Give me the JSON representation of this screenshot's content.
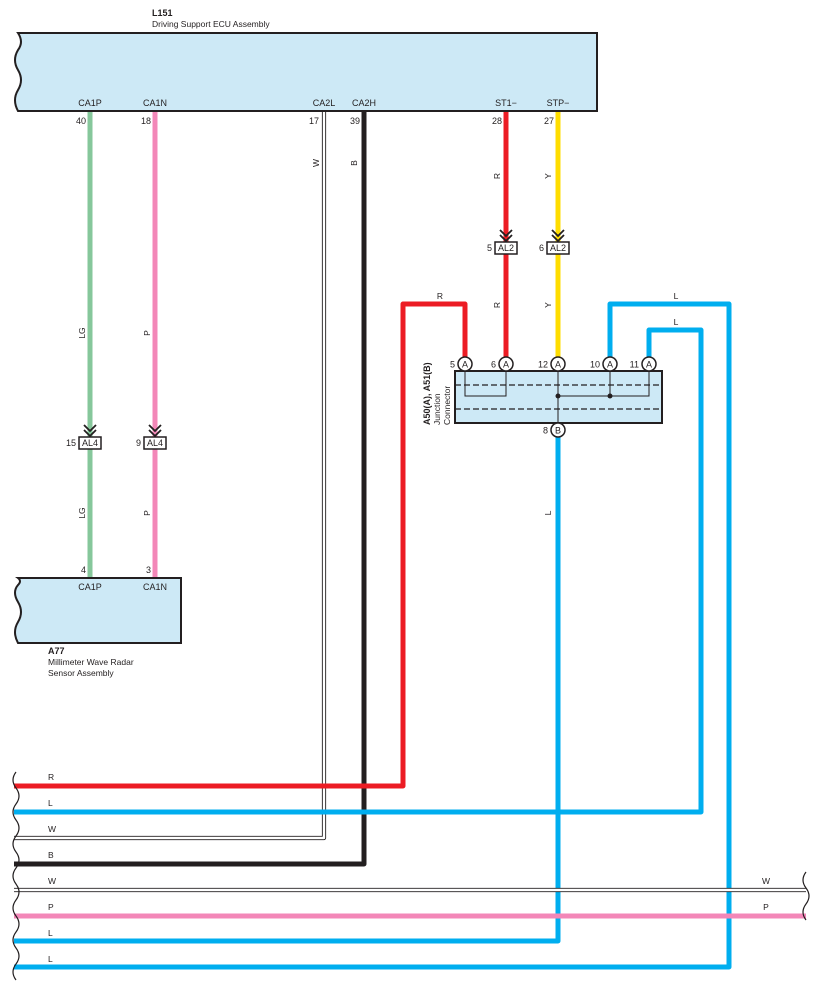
{
  "colors": {
    "R": "#ec1c24",
    "L": "#00aeef",
    "W": "#ffffff",
    "B": "#231f20",
    "P": "#f387b8",
    "LG": "#86c79b",
    "Y": "#ffdd00",
    "component_fill": "#cde9f6"
  },
  "ecu": {
    "code": "L151",
    "name": "Driving Support ECU Assembly",
    "terminals": [
      {
        "label": "CA1P",
        "pin": "40"
      },
      {
        "label": "CA1N",
        "pin": "18"
      },
      {
        "label": "CA2L",
        "pin": "17"
      },
      {
        "label": "CA2H",
        "pin": "39"
      },
      {
        "label": "ST1−",
        "pin": "28"
      },
      {
        "label": "STP−",
        "pin": "27"
      }
    ]
  },
  "radar": {
    "code": "A77",
    "name_line1": "Millimeter Wave Radar",
    "name_line2": "Sensor Assembly",
    "terminals": [
      {
        "label": "CA1P",
        "pin": "4"
      },
      {
        "label": "CA1N",
        "pin": "3"
      }
    ]
  },
  "junction": {
    "code": "A50(A), A51(B)",
    "name_line1": "Junction",
    "name_line2": "Connector",
    "top_pins": [
      {
        "pin": "5",
        "conn": "A"
      },
      {
        "pin": "6",
        "conn": "A"
      },
      {
        "pin": "12",
        "conn": "A"
      },
      {
        "pin": "10",
        "conn": "A"
      },
      {
        "pin": "11",
        "conn": "A"
      }
    ],
    "bottom_pin": {
      "pin": "8",
      "conn": "B"
    }
  },
  "inline_connectors": [
    {
      "pin": "5",
      "name": "AL2"
    },
    {
      "pin": "6",
      "name": "AL2"
    },
    {
      "pin": "15",
      "name": "AL4"
    },
    {
      "pin": "9",
      "name": "AL4"
    }
  ],
  "wire_labels": {
    "ca1p": [
      "LG",
      "LG"
    ],
    "ca1n": [
      "P",
      "P"
    ],
    "ca2l": "W",
    "ca2h": "B",
    "st1": [
      "R",
      "R"
    ],
    "stp": [
      "Y",
      "Y"
    ],
    "jc_pin5": "R",
    "jc_pin10": "L",
    "jc_pin11": "L",
    "jc_pin8": "L"
  },
  "bus_wires": [
    {
      "color": "R",
      "left_label": "R",
      "right_label": ""
    },
    {
      "color": "L",
      "left_label": "L",
      "right_label": ""
    },
    {
      "color": "W",
      "left_label": "W",
      "right_label": ""
    },
    {
      "color": "B",
      "left_label": "B",
      "right_label": ""
    },
    {
      "color": "W",
      "left_label": "W",
      "right_label": "W"
    },
    {
      "color": "P",
      "left_label": "P",
      "right_label": "P"
    },
    {
      "color": "L",
      "left_label": "L",
      "right_label": ""
    },
    {
      "color": "L",
      "left_label": "L",
      "right_label": ""
    }
  ]
}
